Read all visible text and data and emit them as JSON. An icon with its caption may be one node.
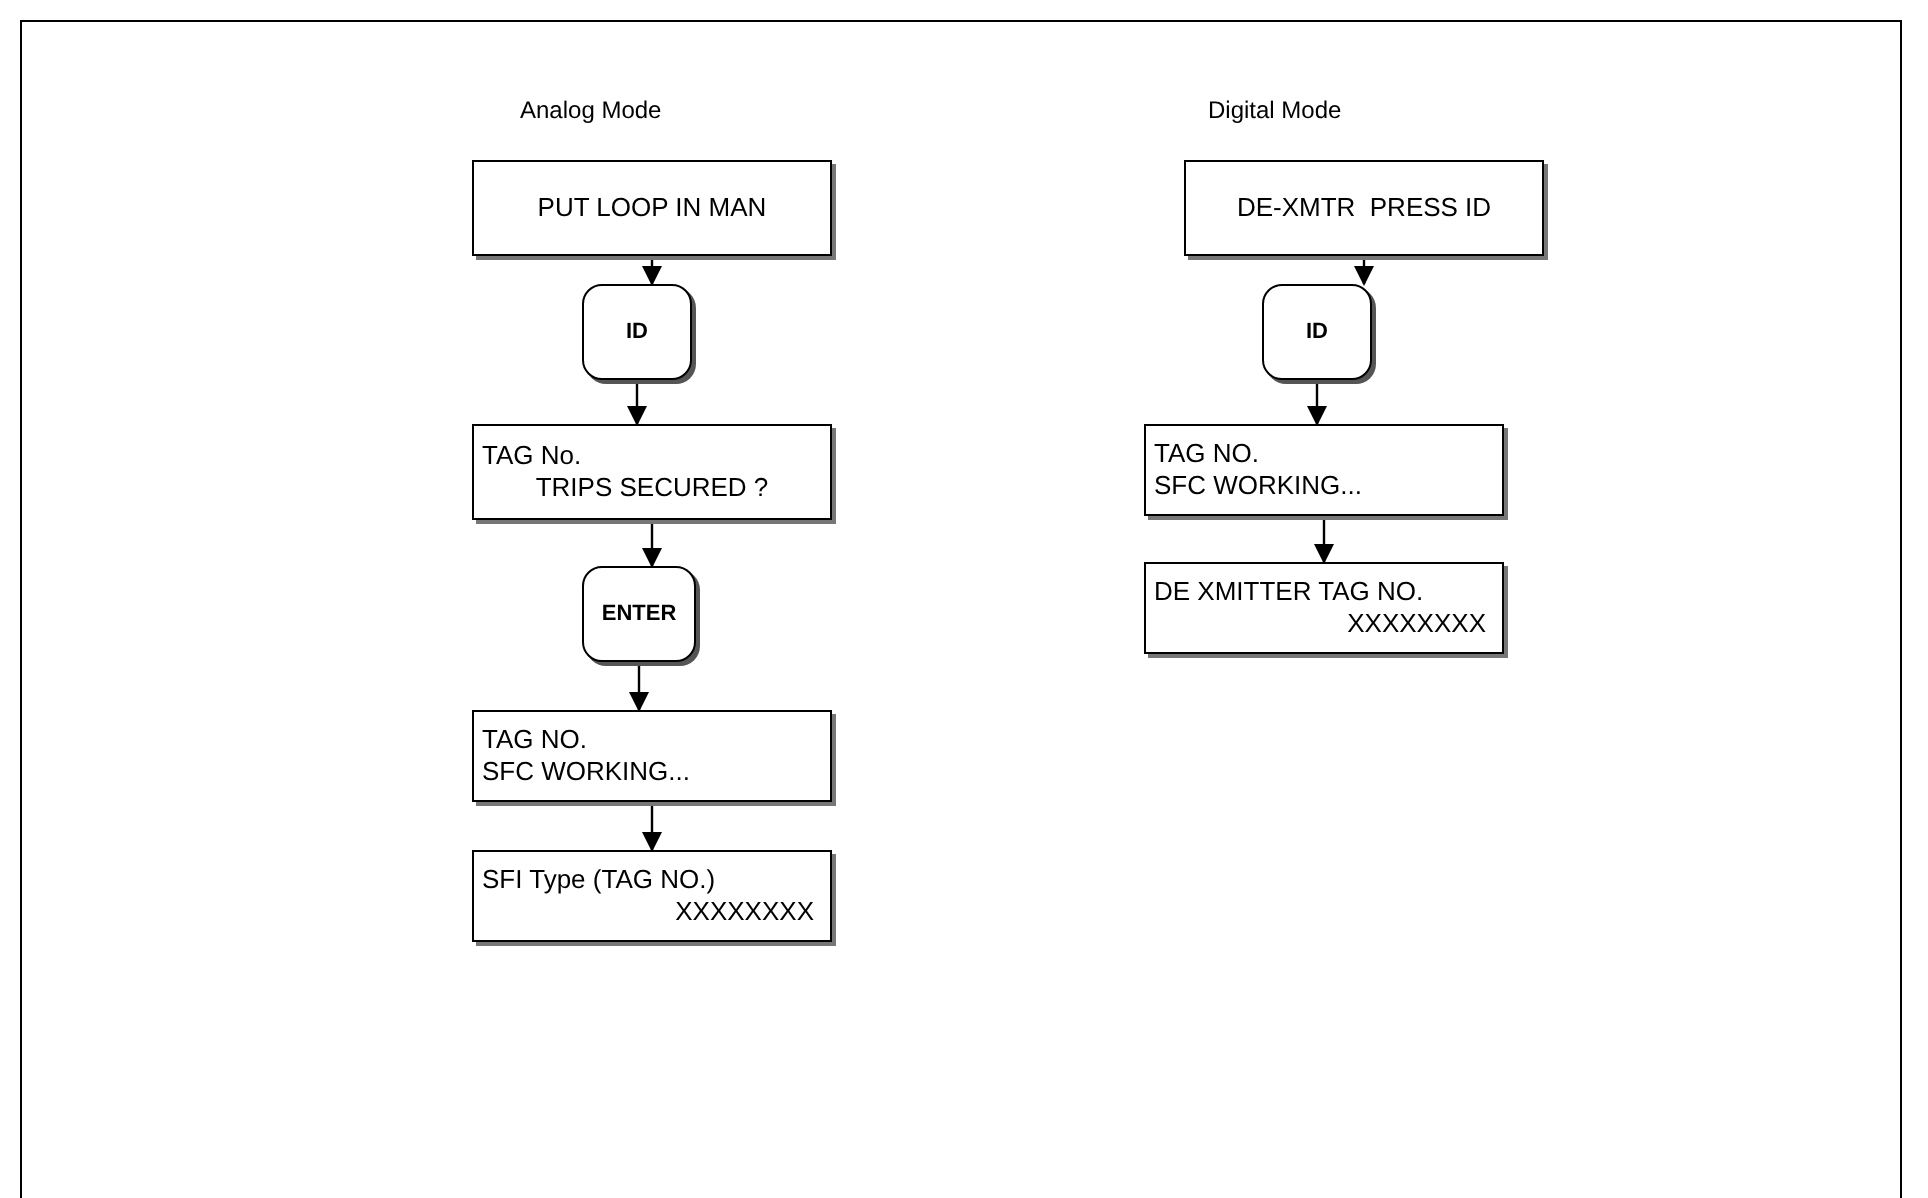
{
  "diagram": {
    "nodes": [
      {
        "text": [
          "PUT LOOP IN MAN"
        ]
      },
      {
        "text": [
          "ID"
        ]
      },
      {
        "text": [
          "TAG No.",
          "TRIPS SECURED ?"
        ]
      },
      {
        "text": [
          "ENTER"
        ]
      },
      {
        "text": [
          "TAG NO.",
          "SFC WORKING..."
        ]
      },
      {
        "text": [
          "SFI Type (TAG NO.)",
          "XXXXXXXX"
        ]
      },
      {
        "text": [
          "DE-XMTR  PRESS ID"
        ]
      },
      {
        "text": [
          "ID"
        ]
      },
      {
        "text": [
          "TAG NO.",
          "SFC WORKING..."
        ]
      },
      {
        "text": [
          "DE XMITTER TAG NO.",
          "XXXXXXXX"
        ]
      }
    ],
    "edges": [
      {
        "from": 0,
        "to": 1,
        "arrow": "to"
      },
      {
        "from": 1,
        "to": 2,
        "arrow": "to"
      },
      {
        "from": 2,
        "to": 3,
        "arrow": "to"
      },
      {
        "from": 3,
        "to": 4,
        "arrow": "to"
      },
      {
        "from": 4,
        "to": 5,
        "arrow": "to"
      },
      {
        "from": 6,
        "to": 7,
        "arrow": "to"
      },
      {
        "from": 7,
        "to": 8,
        "arrow": "to"
      },
      {
        "from": 8,
        "to": 9,
        "arrow": "to"
      }
    ],
    "labels": [
      "Analog Mode",
      "Digital Mode"
    ]
  }
}
